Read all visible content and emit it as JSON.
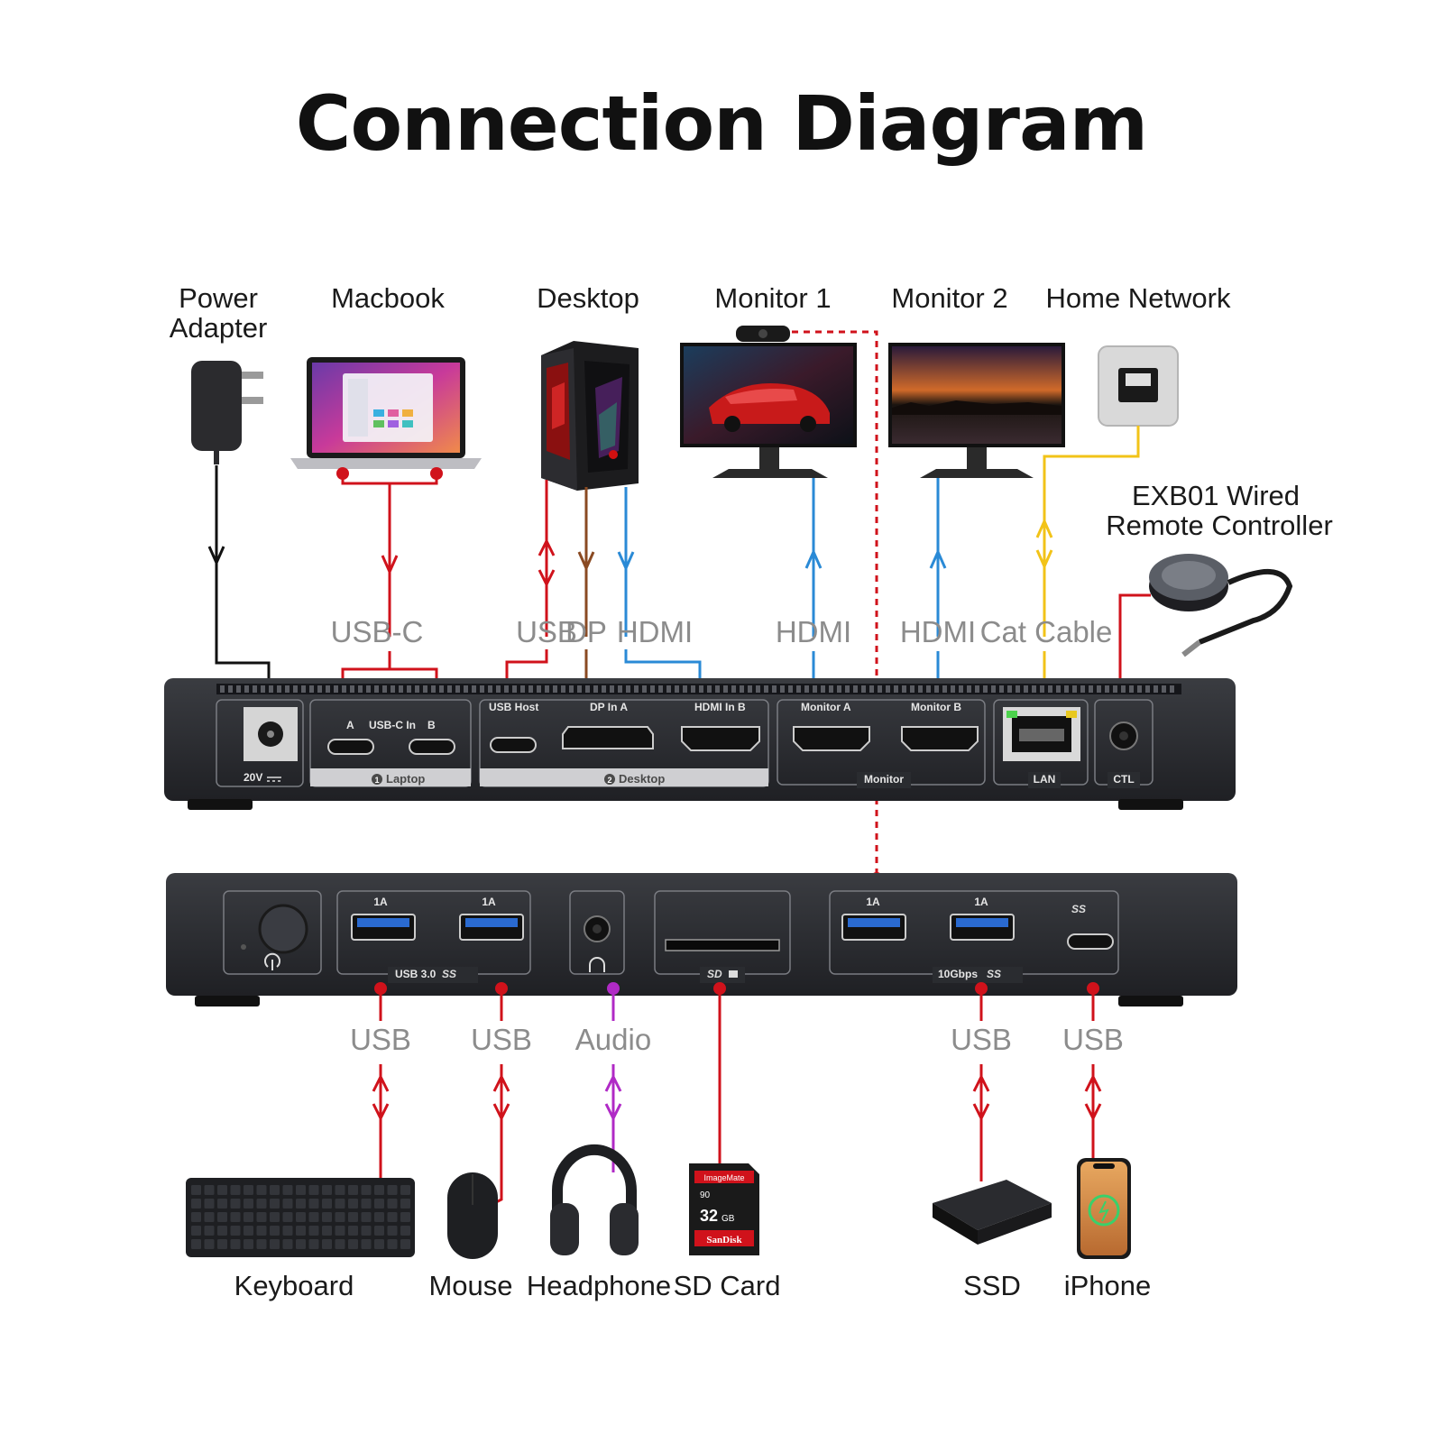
{
  "title": "Connection Diagram",
  "top_devices": {
    "power_adapter": {
      "line1": "Power",
      "line2": "Adapter"
    },
    "macbook": "Macbook",
    "desktop": "Desktop",
    "monitor1": "Monitor 1",
    "monitor2": "Monitor 2",
    "home_network": "Home Network",
    "remote": {
      "line1": "EXB01 Wired",
      "line2": "Remote Controller"
    }
  },
  "top_cables": {
    "usbc": "USB-C",
    "usb": "USB",
    "dp": "DP",
    "hdmi_desktop": "HDMI",
    "hdmi_monitor1": "HDMI",
    "hdmi_monitor2": "HDMI",
    "cat": "Cat Cable"
  },
  "rear_panel": {
    "power_label": "20V",
    "usbc_in": "USB-C In",
    "port_a": "A",
    "port_b": "B",
    "laptop_group": "Laptop",
    "laptop_num": "1",
    "usb_host": "USB Host",
    "dp_in_a": "DP In A",
    "hdmi_in_b": "HDMI In B",
    "desktop_group": "Desktop",
    "desktop_num": "2",
    "monitor_a": "Monitor A",
    "monitor_b": "Monitor B",
    "monitor_group": "Monitor",
    "lan": "LAN",
    "ctl": "CTL"
  },
  "front_panel": {
    "amp1": "1A",
    "amp2": "1A",
    "amp3": "1A",
    "amp4": "1A",
    "usb30": "USB 3.0",
    "gbps": "10Gbps",
    "ss1": "SS",
    "ss2": "SS",
    "ss3": "SS",
    "sd_logo": "SD"
  },
  "bottom_cables": {
    "usb1": "USB",
    "usb2": "USB",
    "audio": "Audio",
    "usb3": "USB",
    "usb4": "USB"
  },
  "bottom_devices": {
    "keyboard": "Keyboard",
    "mouse": "Mouse",
    "headphone": "Headphone",
    "sdcard": "SD Card",
    "ssd": "SSD",
    "iphone": "iPhone"
  },
  "sd_card_text": {
    "brand": "ImageMate",
    "speed": "90",
    "capacity": "32",
    "unit": "GB",
    "maker": "SanDisk"
  },
  "colors": {
    "red": "#d0121b",
    "brown": "#8a4a22",
    "blue": "#2a8ad6",
    "yellow": "#f2c318",
    "purple": "#b02ac6",
    "black": "#111111",
    "device_body": "#2a2c30"
  }
}
